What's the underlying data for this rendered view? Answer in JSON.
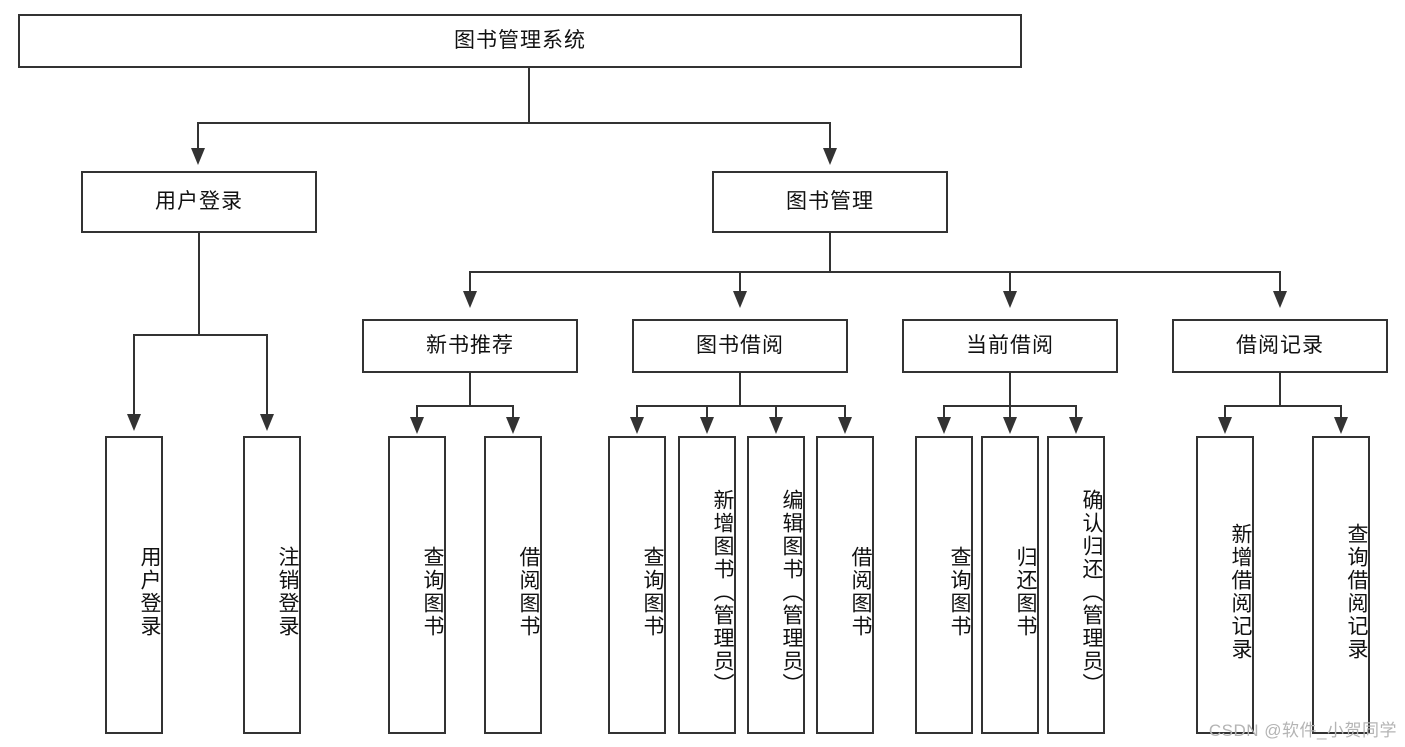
{
  "diagram": {
    "type": "tree-hierarchy-diagram",
    "title": "图书管理系统",
    "watermark": "CSDN @软件_小贺同学",
    "colors": {
      "stroke": "#333333",
      "background": "#ffffff",
      "text": "#111111",
      "watermark": "#b4b4b4"
    },
    "nodes": {
      "root": {
        "label": "图书管理系统"
      },
      "level2": [
        {
          "id": "user-login",
          "label": "用户登录"
        },
        {
          "id": "book-manage",
          "label": "图书管理"
        }
      ],
      "level3": [
        {
          "id": "new-book-recommend",
          "label": "新书推荐"
        },
        {
          "id": "book-borrow",
          "label": "图书借阅"
        },
        {
          "id": "current-borrow",
          "label": "当前借阅"
        },
        {
          "id": "borrow-record",
          "label": "借阅记录"
        }
      ],
      "leaves": {
        "user-login": [
          {
            "id": "leaf-user-login",
            "label": "用户登录"
          },
          {
            "id": "leaf-user-logout",
            "label": "注销登录"
          }
        ],
        "new-book-recommend": [
          {
            "id": "leaf-query-book-1",
            "label": "查询图书"
          },
          {
            "id": "leaf-borrow-book-1",
            "label": "借阅图书"
          }
        ],
        "book-borrow": [
          {
            "id": "leaf-query-book-2",
            "label": "查询图书"
          },
          {
            "id": "leaf-add-book",
            "label": "新增图书（管理员）"
          },
          {
            "id": "leaf-edit-book",
            "label": "编辑图书（管理员）"
          },
          {
            "id": "leaf-borrow-book-2",
            "label": "借阅图书"
          }
        ],
        "current-borrow": [
          {
            "id": "leaf-query-book-3",
            "label": "查询图书"
          },
          {
            "id": "leaf-return-book",
            "label": "归还图书"
          },
          {
            "id": "leaf-confirm-return",
            "label": "确认归还（管理员）"
          }
        ],
        "borrow-record": [
          {
            "id": "leaf-add-record",
            "label": "新增借阅记录"
          },
          {
            "id": "leaf-query-record",
            "label": "查询借阅记录"
          }
        ]
      }
    }
  }
}
